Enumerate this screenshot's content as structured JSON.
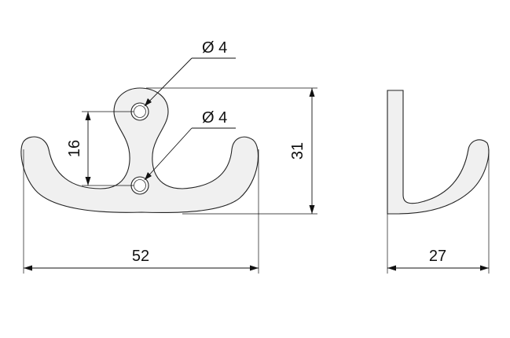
{
  "front_view": {
    "width_label": "52",
    "height_label": "31",
    "hole_spacing_label": "16",
    "upper_hole_label": "Ø 4",
    "lower_hole_label": "Ø 4"
  },
  "side_view": {
    "depth_label": "27"
  }
}
